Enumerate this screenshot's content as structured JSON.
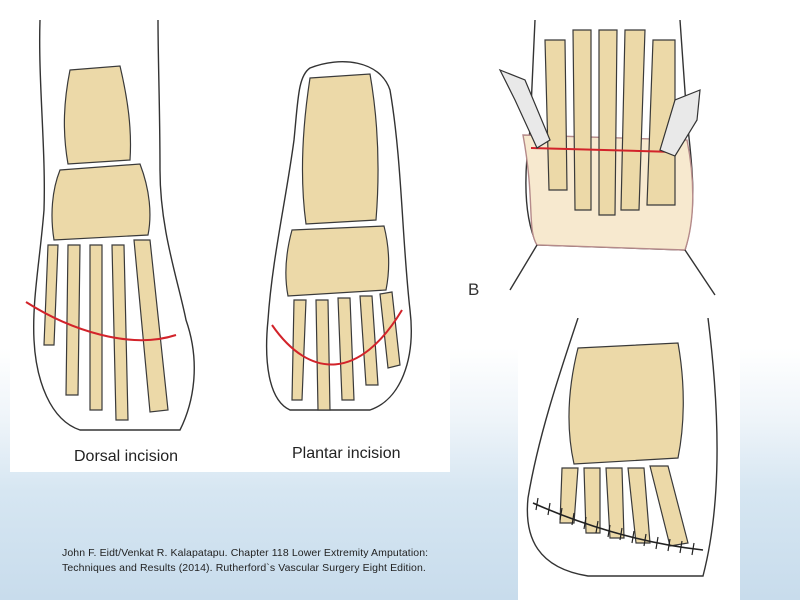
{
  "figure": {
    "caption_dorsal": "Dorsal incision",
    "caption_plantar": "Plantar incision",
    "panel_marker": "B"
  },
  "citation": {
    "line1": "John F. Eidt/Venkat R. Kalapatapu. Chapter 118 Lower Extremity Amputation:",
    "line2": "Techniques and Results (2014). Rutherford`s Vascular Surgery Eight Edition."
  },
  "colors": {
    "incision": "#d2232a",
    "bone": "#ecd9a8",
    "background_accent": "#c8dcec"
  }
}
